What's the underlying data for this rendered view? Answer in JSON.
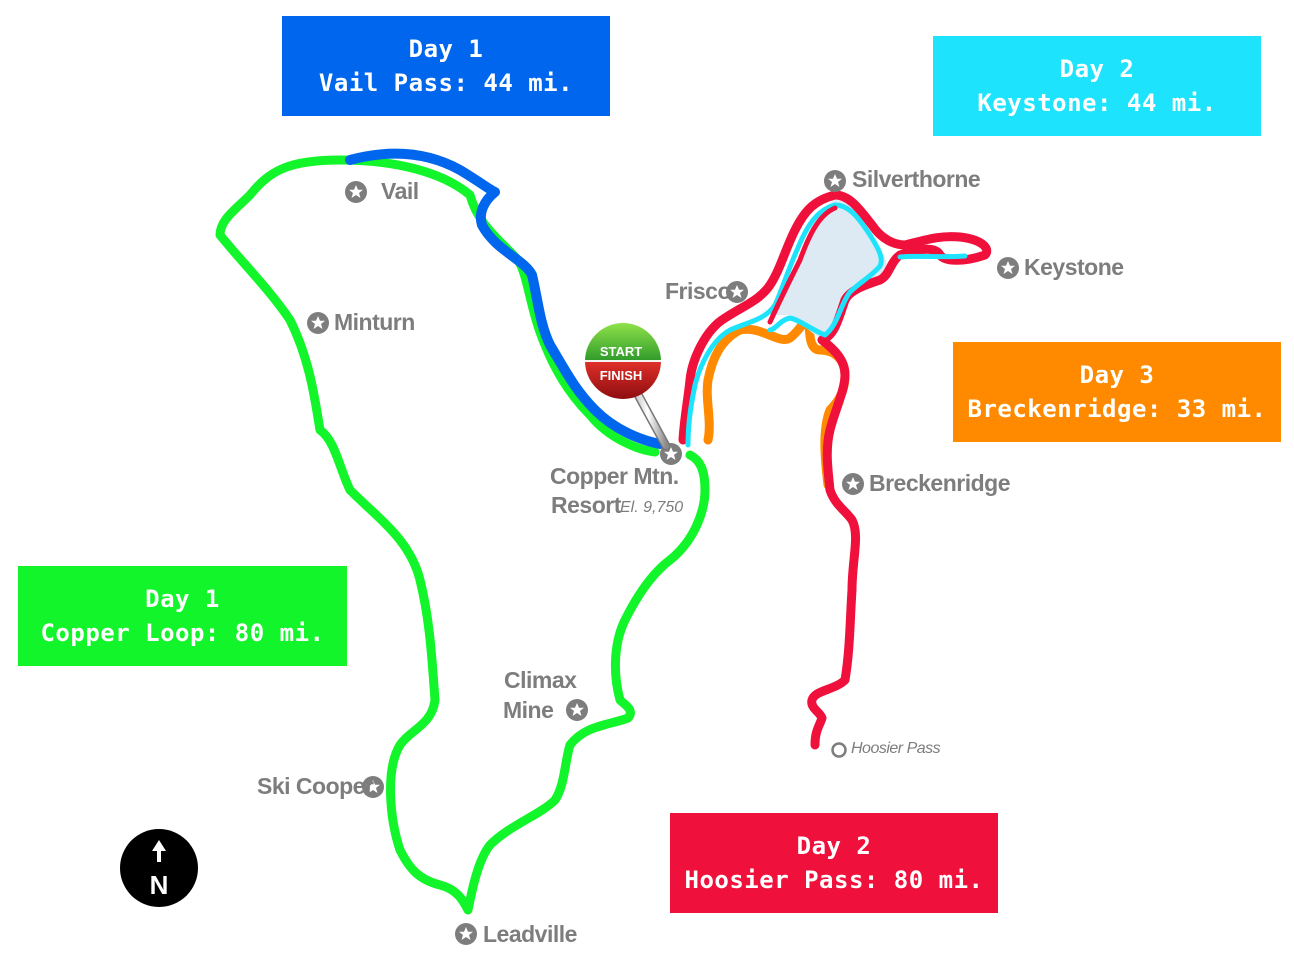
{
  "boxes": {
    "vail_pass": {
      "line1": "Day 1",
      "line2": "Vail Pass: 44 mi.",
      "color": "#0066ee"
    },
    "keystone": {
      "line1": "Day 2",
      "line2": "Keystone: 44 mi.",
      "color": "#1de4fc"
    },
    "breckenridge": {
      "line1": "Day 3",
      "line2": "Breckenridge: 33 mi.",
      "color": "#ff8a00"
    },
    "copper_loop": {
      "line1": "Day 1",
      "line2": "Copper Loop: 80 mi.",
      "color": "#12f52a"
    },
    "hoosier_pass": {
      "line1": "Day 2",
      "line2": "Hoosier Pass: 80 mi.",
      "color": "#f0103c"
    }
  },
  "places": {
    "vail": "Vail",
    "minturn": "Minturn",
    "silverthorne": "Silverthorne",
    "keystone": "Keystone",
    "frisco": "Frisco",
    "copper_line1": "Copper Mtn.",
    "copper_line2": "Resort",
    "copper_elevation": "El. 9,750",
    "breckenridge": "Breckenridge",
    "climax_line1": "Climax",
    "climax_line2": "Mine",
    "ski_cooper": "Ski Cooper",
    "leadville": "Leadville",
    "hoosier_pass": "Hoosier Pass"
  },
  "pin": {
    "start": "START",
    "finish": "FINISH"
  },
  "compass": {
    "letter": "N"
  },
  "icons": [
    "star-circle-icon",
    "circle-marker-icon",
    "north-arrow-icon",
    "map-pin-icon"
  ]
}
